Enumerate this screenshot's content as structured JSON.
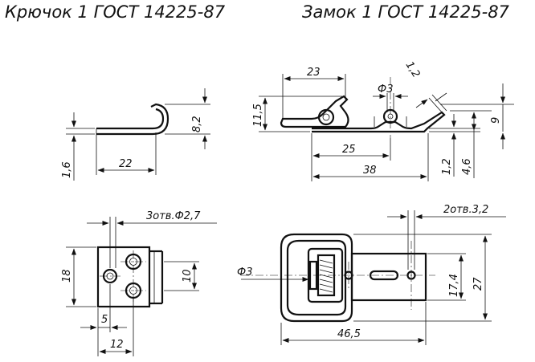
{
  "titles": {
    "left": "Крючок 1 ГОСТ 14225-87",
    "right": "Замок 1 ГОСТ 14225-87"
  },
  "hook_side": {
    "thickness": "1,6",
    "length": "22",
    "height": "8,2"
  },
  "hook_plan": {
    "holes": "3отв.Ф2,7",
    "height": "18",
    "width": "10",
    "hole_offset": "5",
    "hole_spacing": "12"
  },
  "lock_side": {
    "arm_length": "23",
    "height": "11,5",
    "thickness": "1,2",
    "pin": "Ф3",
    "base_length": "25",
    "total_length": "38",
    "plate": "1,2",
    "rise": "4,6",
    "overall_height": "9"
  },
  "lock_plan": {
    "holes": "2отв.3,2",
    "pin": "Ф3",
    "inner_height": "17,4",
    "overall_height": "27",
    "overall_length": "46,5"
  }
}
